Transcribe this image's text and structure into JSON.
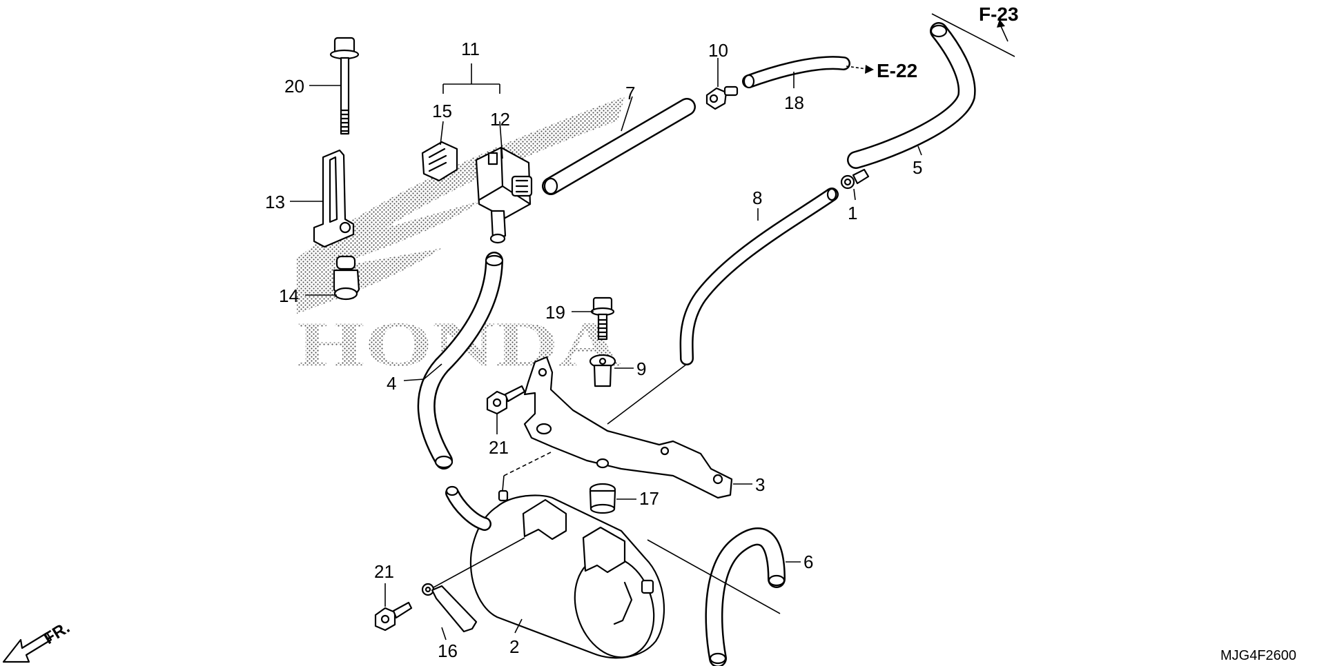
{
  "callouts": [
    "1",
    "2",
    "3",
    "4",
    "5",
    "6",
    "7",
    "8",
    "9",
    "10",
    "11",
    "12",
    "13",
    "14",
    "15",
    "16",
    "17",
    "18",
    "19",
    "20",
    "21",
    "21"
  ],
  "references": {
    "e22": "E-22",
    "f23": "F-23",
    "fr": "FR."
  },
  "diagram_code": "MJG4F2600",
  "watermark": {
    "brand": "HONDA"
  }
}
